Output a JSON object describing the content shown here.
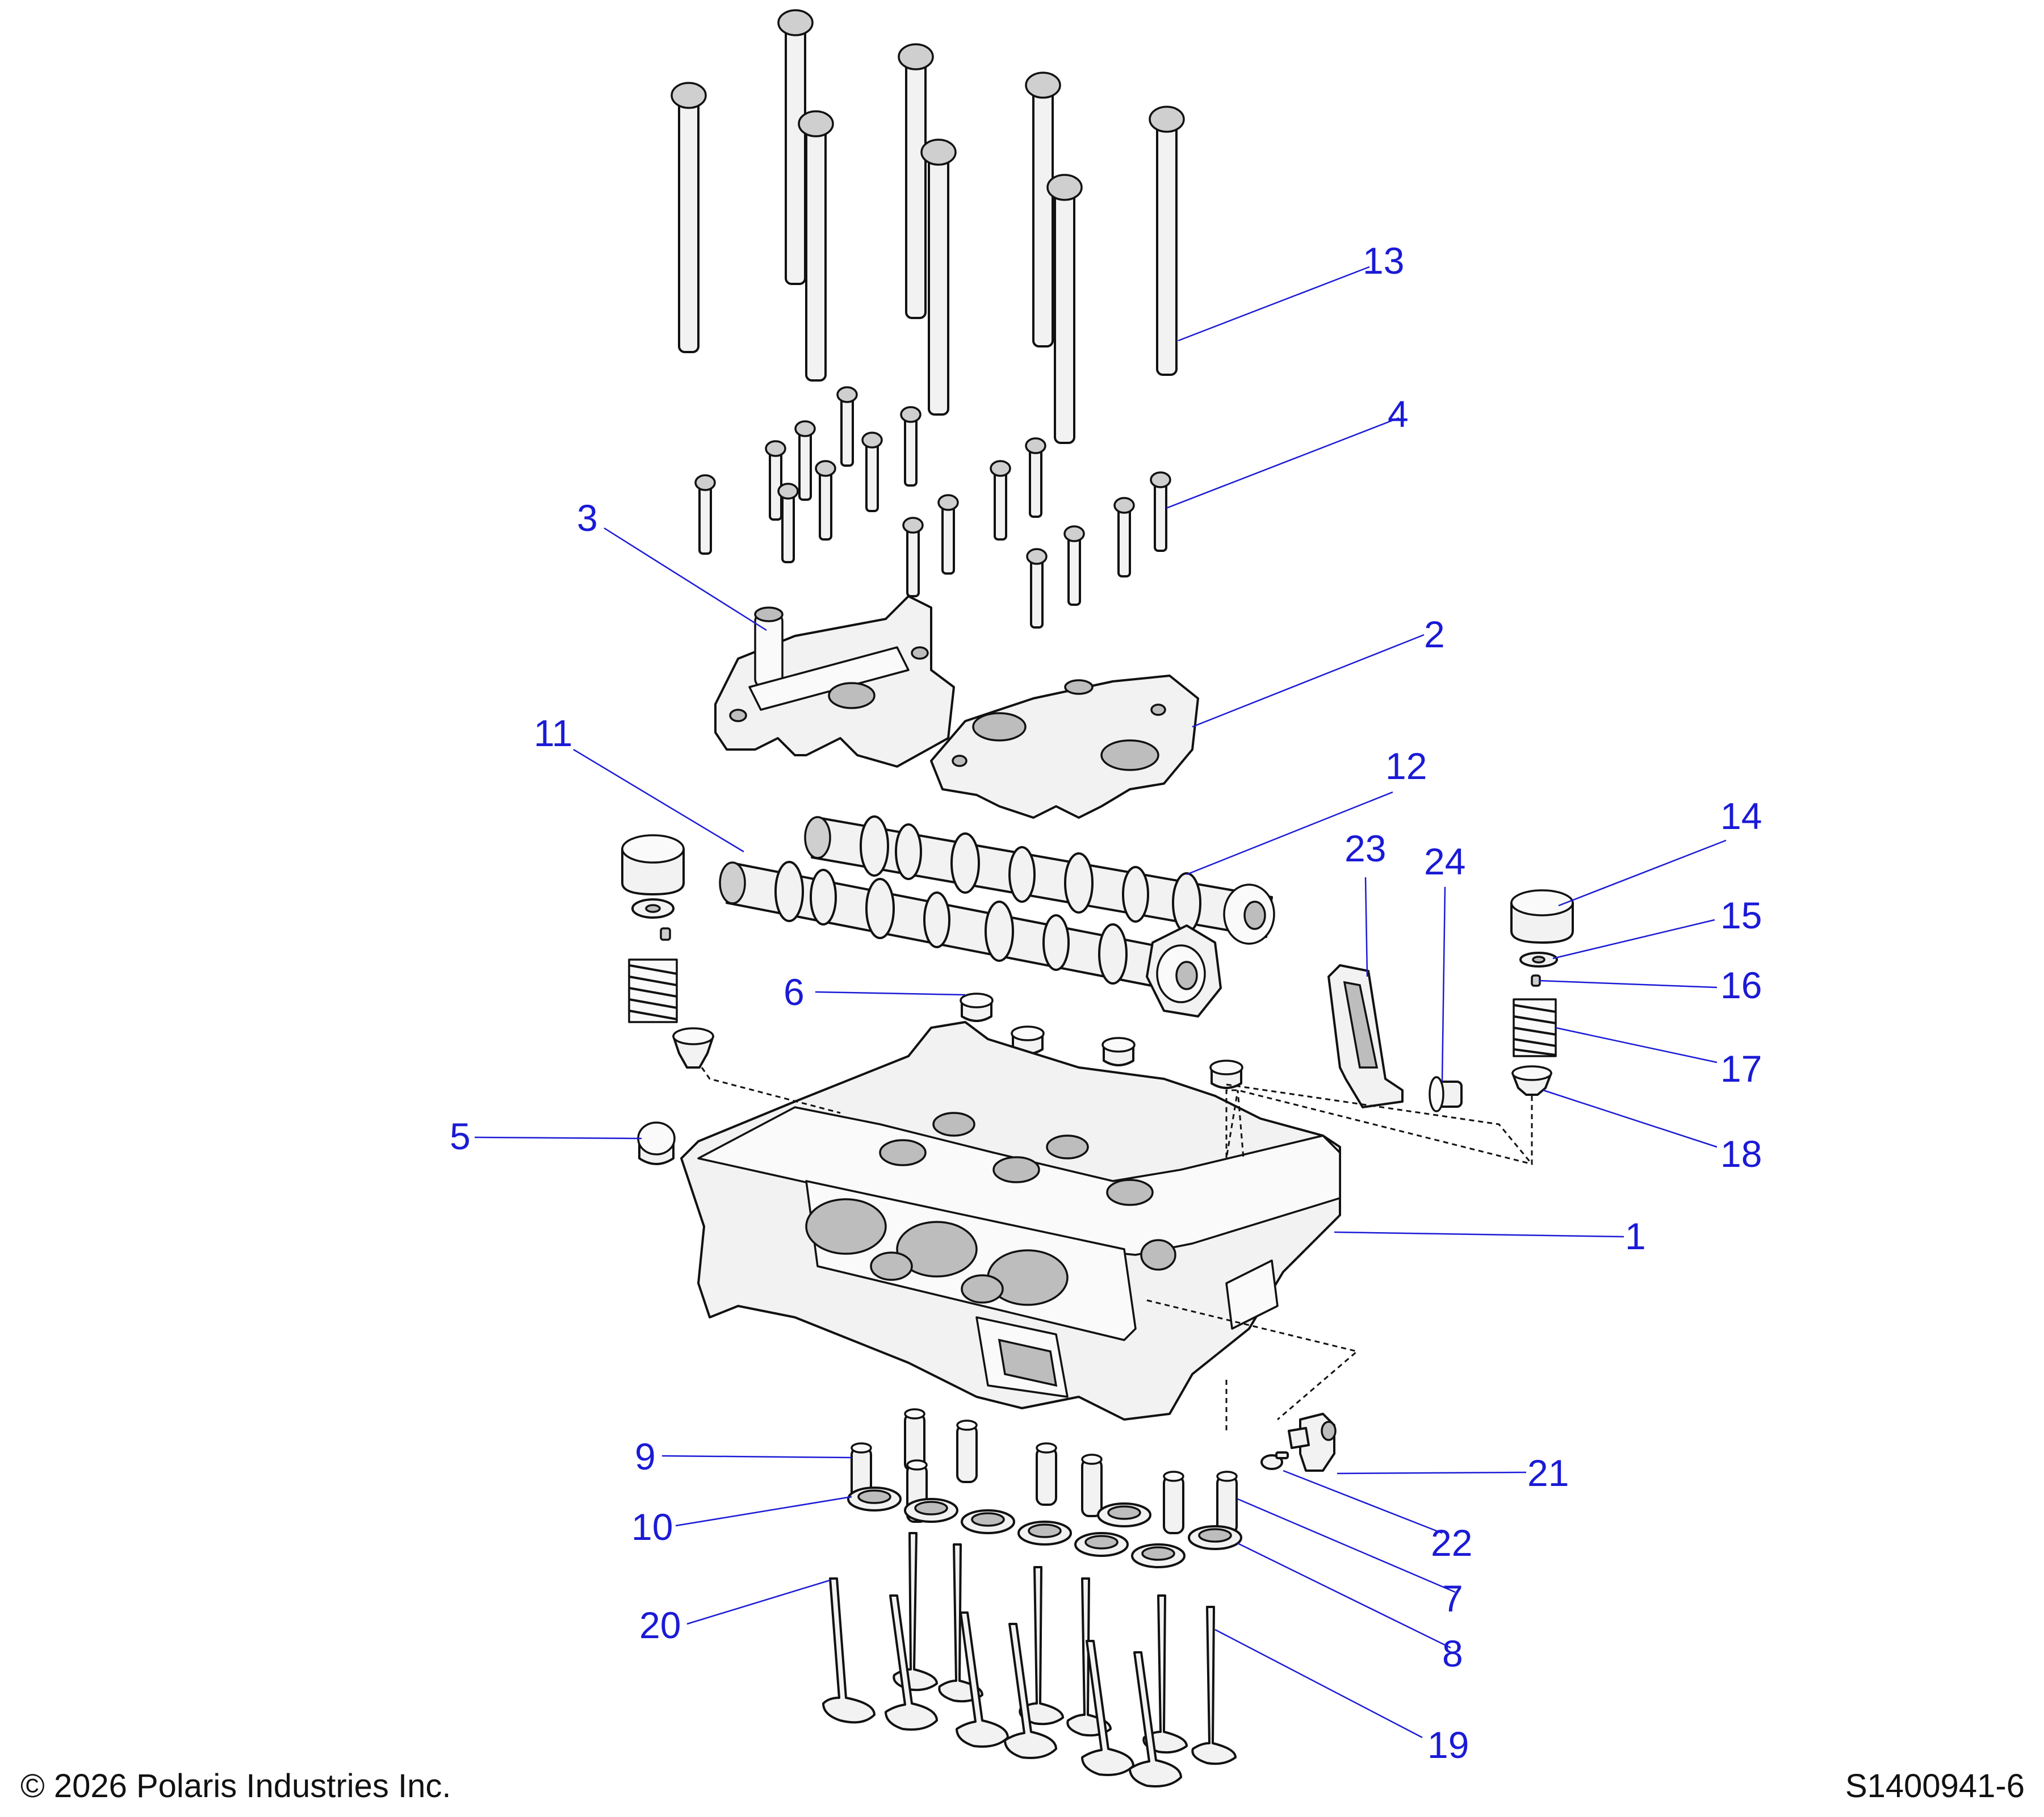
{
  "callouts": [
    {
      "id": "1",
      "label": "1"
    },
    {
      "id": "2",
      "label": "2"
    },
    {
      "id": "3",
      "label": "3"
    },
    {
      "id": "4",
      "label": "4"
    },
    {
      "id": "5",
      "label": "5"
    },
    {
      "id": "6",
      "label": "6"
    },
    {
      "id": "7",
      "label": "7"
    },
    {
      "id": "8",
      "label": "8"
    },
    {
      "id": "9",
      "label": "9"
    },
    {
      "id": "10",
      "label": "10"
    },
    {
      "id": "11",
      "label": "11"
    },
    {
      "id": "12",
      "label": "12"
    },
    {
      "id": "13",
      "label": "13"
    },
    {
      "id": "14",
      "label": "14"
    },
    {
      "id": "15",
      "label": "15"
    },
    {
      "id": "16",
      "label": "16"
    },
    {
      "id": "17",
      "label": "17"
    },
    {
      "id": "18",
      "label": "18"
    },
    {
      "id": "19",
      "label": "19"
    },
    {
      "id": "20",
      "label": "20"
    },
    {
      "id": "21",
      "label": "21"
    },
    {
      "id": "22",
      "label": "22"
    },
    {
      "id": "23",
      "label": "23"
    },
    {
      "id": "24",
      "label": "24"
    }
  ],
  "footer": {
    "copyright": "© 2026 Polaris Industries Inc.",
    "drawing_id": "S1400941-6"
  },
  "colors": {
    "callout_text": "#1a1ad6",
    "leader_line": "#1a1ad6",
    "linework": "#111111",
    "background": "#ffffff"
  }
}
